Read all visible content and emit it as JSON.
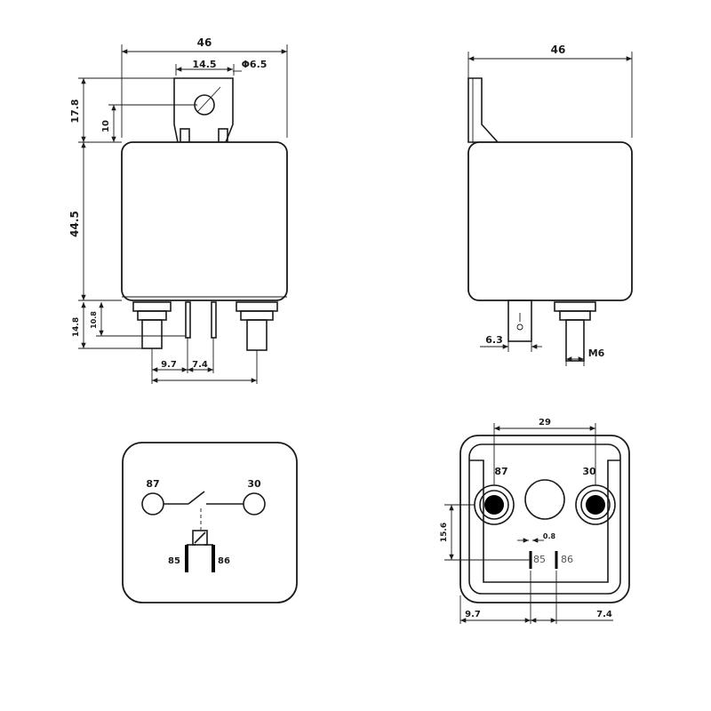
{
  "front_view": {
    "width": "46",
    "tab_spacing": "14.5",
    "hole_dia": "Φ6.5",
    "tab_height": "17.8",
    "hole_center": "10",
    "body_height": "44.5",
    "pin_length": "14.8",
    "pin_short": "10.8",
    "pin_offset_a": "9.7",
    "pin_offset_b": "7.4"
  },
  "side_view": {
    "width": "46",
    "blade_width": "6.3",
    "stud": "M6"
  },
  "schematic": {
    "term_87": "87",
    "term_30": "30",
    "term_85": "85",
    "term_86": "86"
  },
  "bottom_view": {
    "stud_spacing": "29",
    "term_87": "87",
    "term_30": "30",
    "vertical_dim": "15.6",
    "blade_gap": "0.8",
    "term_85": "85",
    "term_86": "86",
    "offset_a": "9.7",
    "offset_b": "7.4"
  }
}
